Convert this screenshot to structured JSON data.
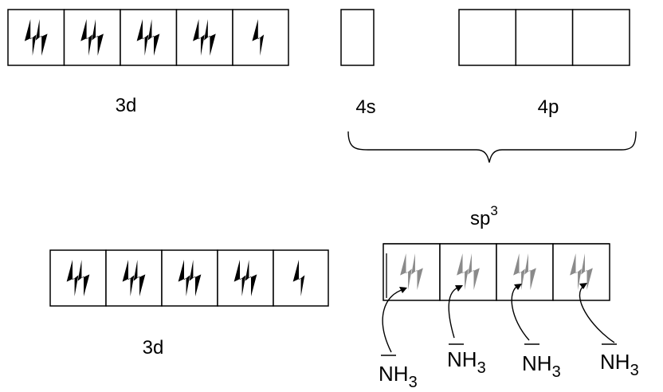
{
  "upper": {
    "d_orbital": {
      "label": "3d",
      "occupancy": [
        2,
        2,
        2,
        2,
        1
      ]
    },
    "s_orbital": {
      "label": "4s",
      "occupancy": [
        0
      ]
    },
    "p_orbital": {
      "label": "4p",
      "occupancy": [
        0,
        0,
        0
      ]
    },
    "hybrid_label": {
      "base": "sp",
      "sup": "3"
    }
  },
  "lower": {
    "d_orbital": {
      "label": "3d",
      "occupancy": [
        2,
        2,
        2,
        2,
        1
      ]
    },
    "hybrid_orbitals": {
      "occupancy": [
        2,
        2,
        2,
        2
      ]
    },
    "ligands": [
      {
        "symbol": "NH",
        "subscript": "3"
      },
      {
        "symbol": "NH",
        "subscript": "3"
      },
      {
        "symbol": "NH",
        "subscript": "3"
      },
      {
        "symbol": "NH",
        "subscript": "3"
      }
    ]
  },
  "colors": {
    "electron": "#000000",
    "donated_electron": "#8a8a8a",
    "line": "#000000"
  }
}
